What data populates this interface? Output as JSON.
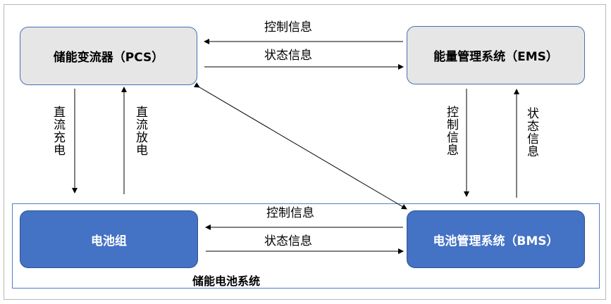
{
  "nodes": {
    "pcs": "储能变流器（PCS）",
    "ems": "能量管理系统（EMS）",
    "battery": "电池组",
    "bms": "电池管理系统（BMS）"
  },
  "labels": {
    "pcs_ems_control": "控制信息",
    "pcs_ems_status": "状态信息",
    "dc_charge": "直流充电",
    "dc_discharge": "直流放电",
    "ems_bms_control": "控制信息",
    "bms_ems_status": "状态信息",
    "bms_battery_control": "控制信息",
    "battery_bms_status": "状态信息"
  },
  "subsystem_caption": "储能电池系统"
}
